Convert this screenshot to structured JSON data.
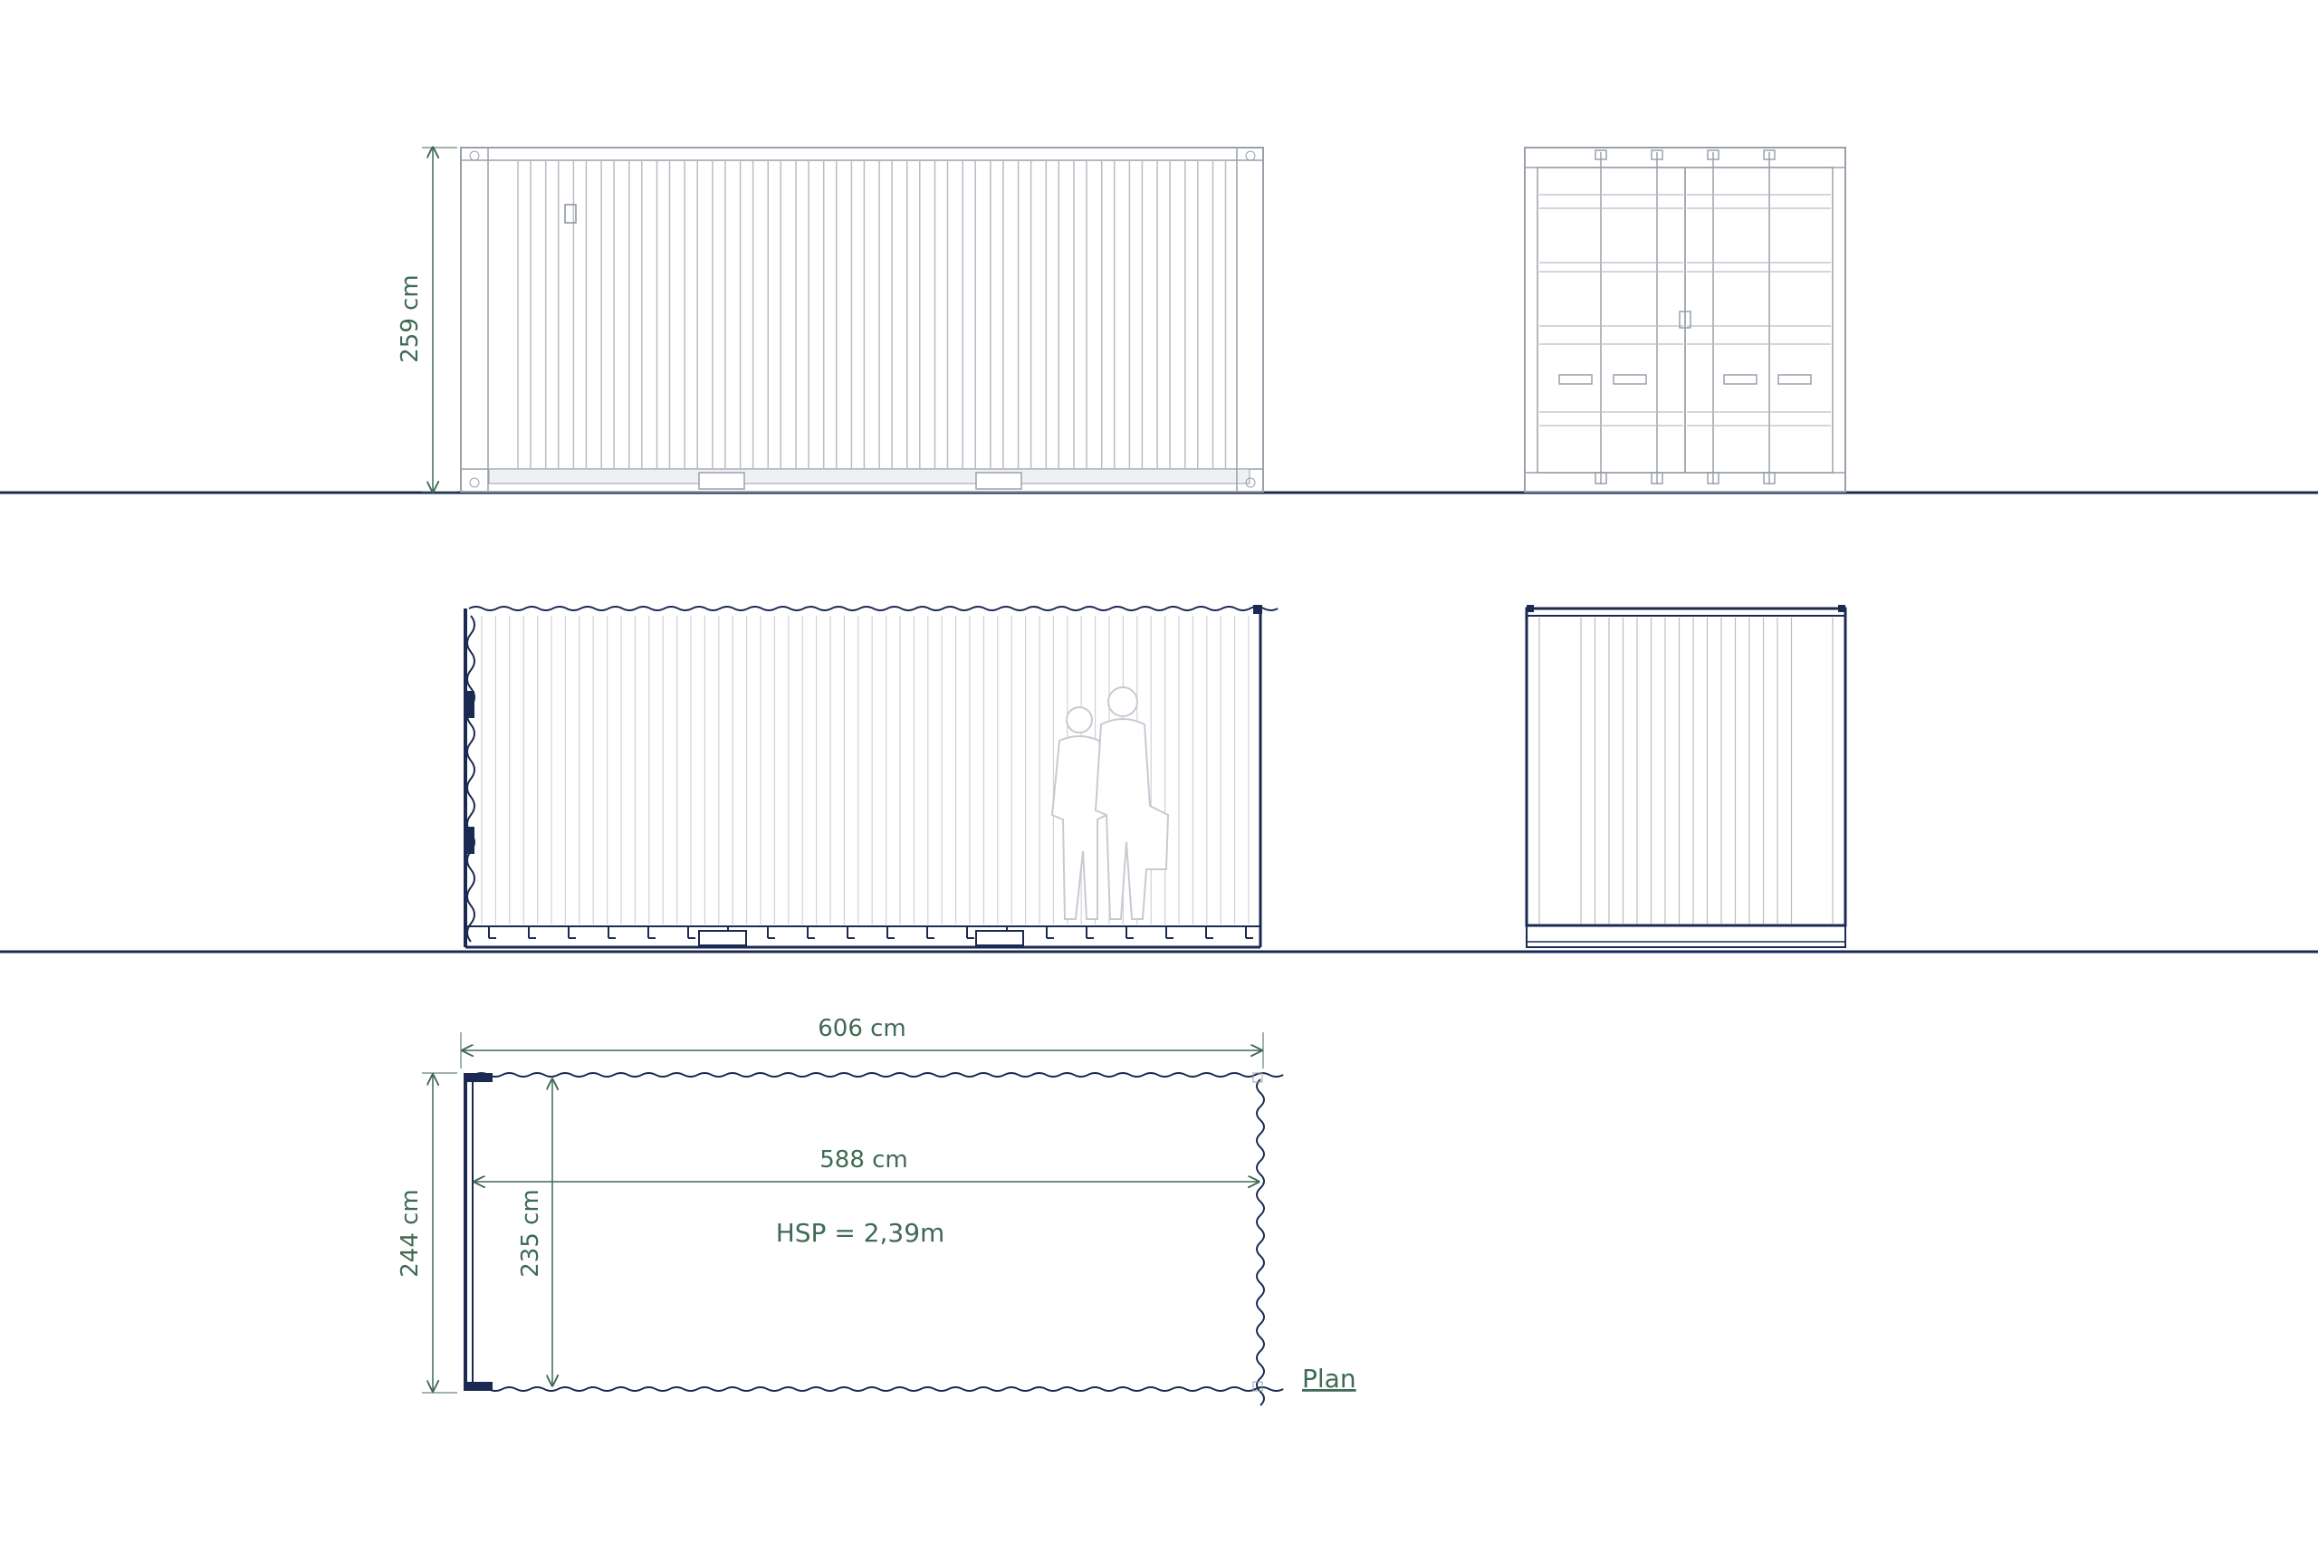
{
  "drawing": {
    "colors": {
      "ink": "#1b2a52",
      "line_light": "#b8bcc4",
      "line_mid": "#8a909c",
      "dimension": "#3f6a55",
      "background": "#ffffff"
    },
    "elevations": {
      "side_elevation": {
        "height_label": "259 cm"
      }
    },
    "plan": {
      "outer_length_label": "606 cm",
      "inner_length_label": "588 cm",
      "outer_width_label": "244 cm",
      "inner_width_label": "235 cm",
      "ceiling_height_label": "HSP = 2,39m",
      "view_label": "Plan"
    }
  }
}
